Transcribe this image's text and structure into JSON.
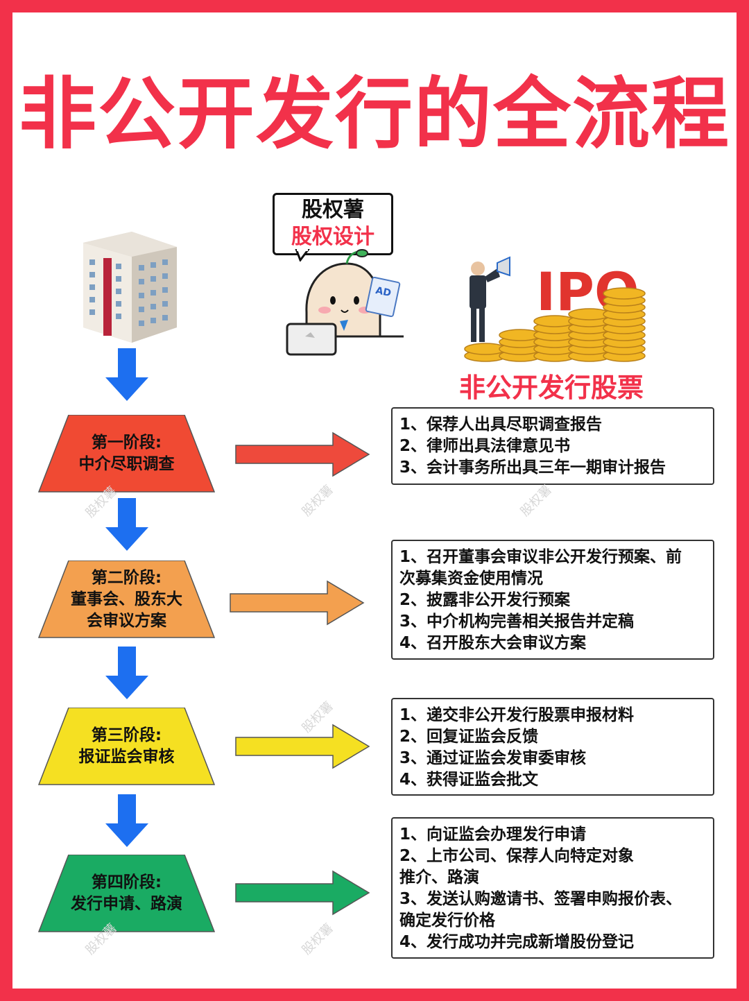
{
  "title": "非公开发行的全流程",
  "brand": {
    "name": "股权薯",
    "subtitle": "股权设计",
    "ad_badge": "AD"
  },
  "ipo_word": "IPO",
  "ipo_label": "非公开发行股票",
  "watermark": "股权薯",
  "colors": {
    "frame": "#f2314a",
    "stage1": "#f04a33",
    "stage2": "#f3a04f",
    "stage3": "#f5e022",
    "stage4": "#1aab63",
    "down_arrow": "#1d6ff0"
  },
  "stages": [
    {
      "label_lines": [
        "第一阶段:",
        "中介尽职调查"
      ],
      "color": "#f04a33",
      "items": [
        "1、保荐人出具尽职调查报告",
        "2、律师出具法律意见书",
        "3、会计事务所出具三年一期审计报告"
      ]
    },
    {
      "label_lines": [
        "第二阶段:",
        "董事会、股东大",
        "会审议方案"
      ],
      "color": "#f3a04f",
      "items": [
        "1、召开董事会审议非公开发行预案、前",
        "次募集资金使用情况",
        "2、披露非公开发行预案",
        "3、中介机构完善相关报告并定稿",
        "4、召开股东大会审议方案"
      ]
    },
    {
      "label_lines": [
        "第三阶段:",
        "报证监会审核"
      ],
      "color": "#f5e022",
      "items": [
        "1、递交非公开发行股票申报材料",
        "2、回复证监会反馈",
        "3、通过证监会发审委审核",
        "4、获得证监会批文"
      ]
    },
    {
      "label_lines": [
        "第四阶段:",
        "发行申请、路演"
      ],
      "color": "#1aab63",
      "items": [
        "1、向证监会办理发行申请",
        "2、上市公司、保荐人向特定对象",
        "推介、路演",
        "3、发送认购邀请书、签署申购报价表、",
        "确定发行价格",
        "4、发行成功并完成新增股份登记"
      ]
    }
  ]
}
